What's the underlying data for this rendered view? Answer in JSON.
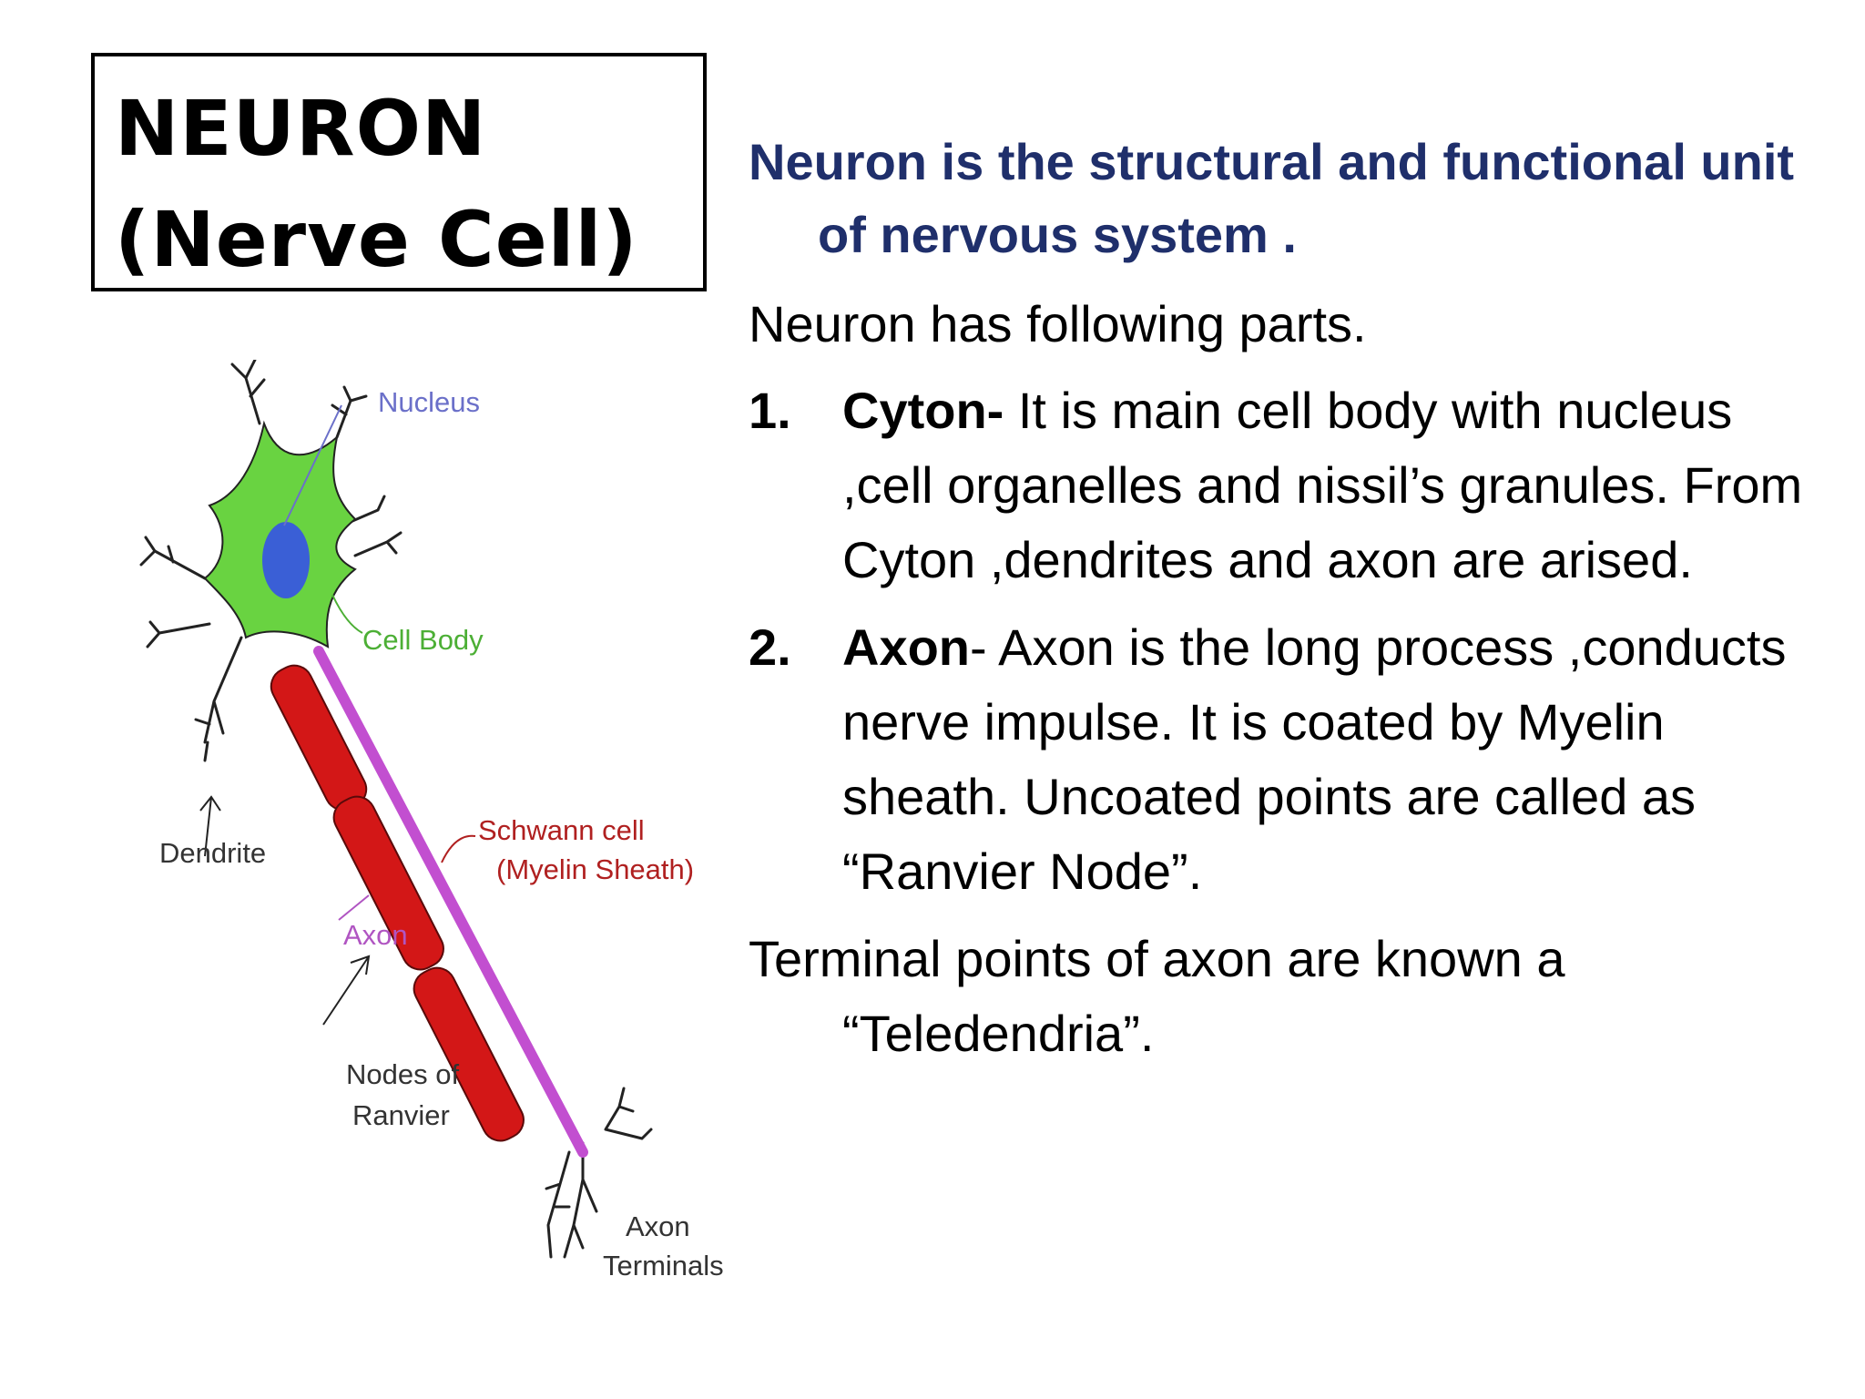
{
  "title": {
    "line1": "NEURON",
    "line2": "(Nerve Cell)"
  },
  "colors": {
    "heading": "#1f2f6b",
    "cell_body": "#69d341",
    "nucleus": "#3a5fd6",
    "myelin": "#d31717",
    "axon": "#c24fd0",
    "label_gray": "#333333",
    "label_green": "#4caf35",
    "label_purple": "#b055c2"
  },
  "diagram": {
    "labels": {
      "nucleus": "Nucleus",
      "cell_body": "Cell Body",
      "dendrite": "Dendrite",
      "schwann_line1": "Schwann cell",
      "schwann_line2": "(Myelin Sheath)",
      "axon": "Axon",
      "nodes_line1": "Nodes of",
      "nodes_line2": "Ranvier",
      "terminals_line1": "Axon",
      "terminals_line2": "Terminals"
    }
  },
  "content": {
    "lead": "Neuron is the structural and functional unit of nervous system .",
    "intro": "Neuron has following parts.",
    "items": [
      {
        "number": "1.",
        "term": "Cyton-",
        "text": " It is main cell body with nucleus ,cell organelles and nissil’s granules. From Cyton ,dendrites and axon are arised."
      },
      {
        "number": "2.",
        "term": "Axon",
        "text": "- Axon is the long process ,conducts nerve impulse. It is coated by Myelin sheath. Uncoated points are called as “Ranvier Node”."
      }
    ],
    "closing": "Terminal  points of axon are known a “Teledendria”."
  }
}
